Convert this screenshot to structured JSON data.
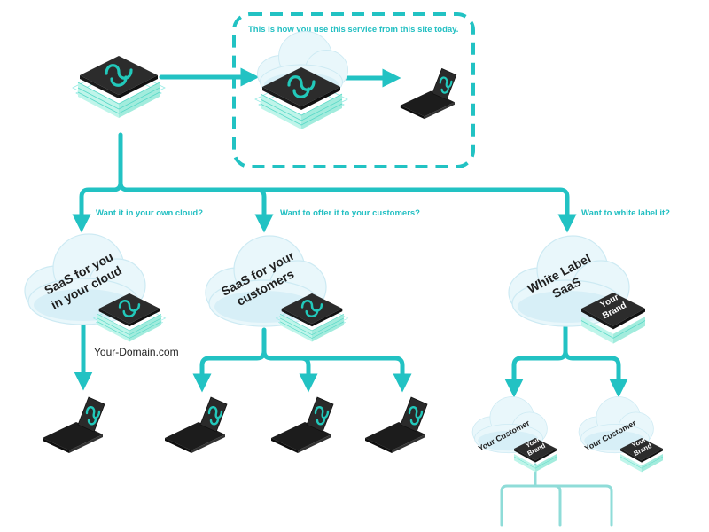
{
  "colors": {
    "teal": "#22c2c3",
    "cloud": "#dff3fa",
    "chip": "#2a2a2a"
  },
  "top_box": {
    "caption": "This is how you use this service from this site today."
  },
  "branches": {
    "left": {
      "question": "Want it in your own cloud?",
      "cloud_line1": "SaaS for you",
      "cloud_line2": "in your cloud",
      "domain": "Your-Domain.com"
    },
    "middle": {
      "question": "Want to offer it to your customers?",
      "cloud_line1": "SaaS for your",
      "cloud_line2": "customers"
    },
    "right": {
      "question": "Want to white label it?",
      "cloud_line1": "White Label",
      "cloud_line2": "SaaS",
      "brand_line1": "Your",
      "brand_line2": "Brand",
      "customer_label": "Your Customer"
    }
  },
  "icons": [
    "server-stack-icon",
    "cloud-icon",
    "laptop-icon",
    "arrow-icon",
    "brand-chip-icon"
  ]
}
